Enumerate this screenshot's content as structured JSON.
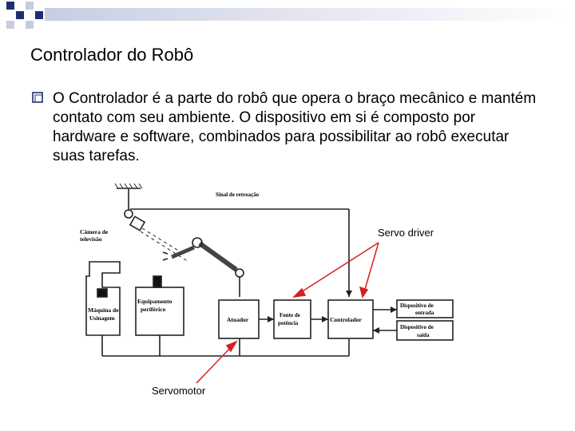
{
  "slide": {
    "title": "Controlador do Robô",
    "bullet": "O Controlador é a parte do robô que opera o braço mecânico e mantém contato com seu ambiente. O dispositivo em si é composto por hardware e software, combinados para possibilitar ao robô executar suas tarefas."
  },
  "figure": {
    "feedback_label": "Sinal de retroação",
    "camera_label_line1": "Câmera de",
    "camera_label_line2": "televisão",
    "machine_label_line1": "Máquina de",
    "machine_label_line2": "Usinagem",
    "peripheral_label_line1": "Equipamento",
    "peripheral_label_line2": "periférico",
    "actuator_label": "Atuador",
    "power_label_line1": "Fonte de",
    "power_label_line2": "potência",
    "controller_label": "Controlador",
    "input_label_line1": "Dispositivo de",
    "input_label_line2": "entrada",
    "output_label_line1": "Dispositivo de",
    "output_label_line2": "saída"
  },
  "callouts": {
    "servo_driver": "Servo driver",
    "servomotor": "Servomotor"
  },
  "colors": {
    "arrow": "#d32020",
    "bullet_square": "#1f2f6e",
    "deco_dark": "#1f2f6e",
    "deco_light": "#c8cce0"
  }
}
